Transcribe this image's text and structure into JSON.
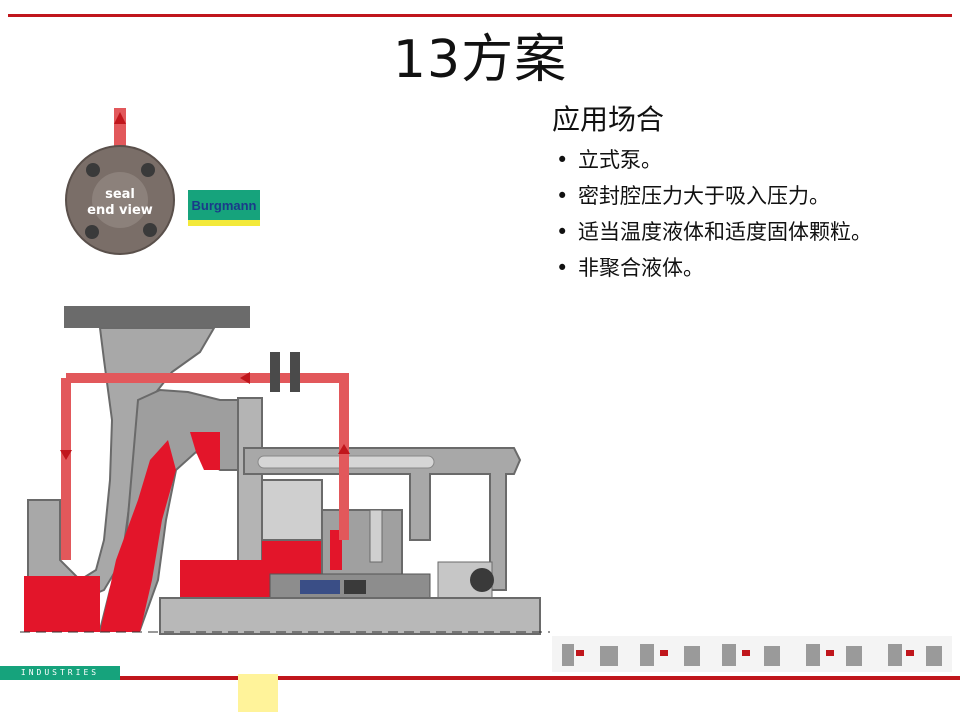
{
  "slide": {
    "title": "13方案",
    "heading": "应用场合",
    "bullet_char": "•",
    "bullets": [
      "立式泵。",
      "密封腔压力大于吸入压力。",
      "适当温度液体和适度固体颗粒。",
      "非聚合液体。"
    ]
  },
  "diagram": {
    "seal_label_line1": "seal",
    "seal_label_line2": "end view",
    "brand": "Burgmann"
  },
  "footer": {
    "brand_strip": "INDUSTRIES"
  },
  "colors": {
    "accent_red": "#c0161c",
    "pipe_red": "#e2585b",
    "fluid_red": "#e3152a",
    "metal_gray": "#9e9e9e",
    "dark_gray": "#555555",
    "brand_green": "#16a37c",
    "brand_yellow": "#f3e93a"
  }
}
